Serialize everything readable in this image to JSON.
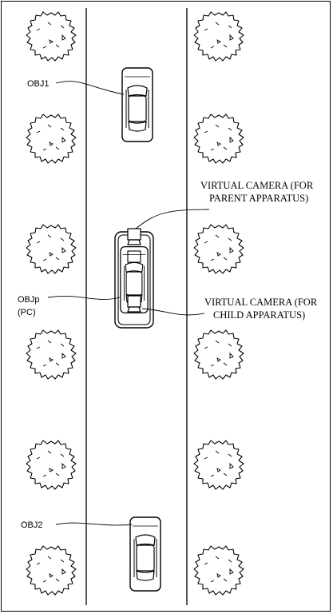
{
  "labels": {
    "obj1": "OBJ1",
    "obj2": "OBJ2",
    "objp_line1": "OBJp",
    "objp_line2": "(PC)",
    "cam_parent_line1": "VIRTUAL CAMERA (FOR",
    "cam_parent_line2": "PARENT APPARATUS)",
    "cam_child_line1": "VIRTUAL CAMERA (FOR",
    "cam_child_line2": "CHILD APPARATUS)"
  },
  "icons": {
    "tree": "tree-icon",
    "car": "car-icon",
    "camera": "camera-icon"
  },
  "colors": {
    "line": "#000000",
    "background": "#ffffff"
  }
}
